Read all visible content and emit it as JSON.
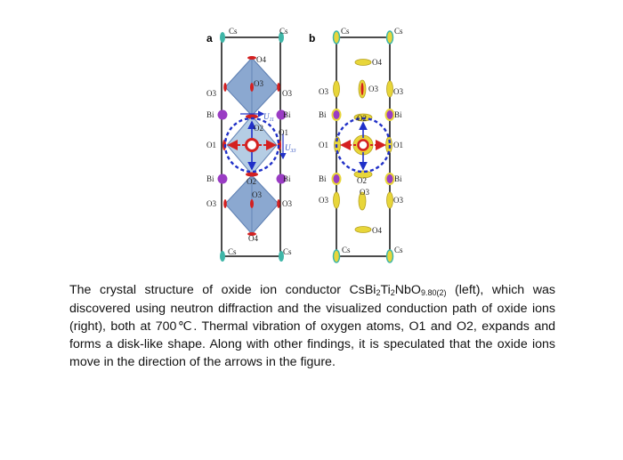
{
  "figure": {
    "panel_a": {
      "label": "a",
      "atoms": {
        "cs_top_left": "Cs",
        "cs_top_right": "Cs",
        "o4_top": "O4",
        "o3_ul": "O3",
        "o3_uc": "O3",
        "o3_ur": "O3",
        "bi_ul": "Bi",
        "bi_ur": "Bi",
        "u11": "U11",
        "o2_top": "O2",
        "o1_r": "O1",
        "o1_left": "O1",
        "u33": "U33",
        "bi_ll": "Bi",
        "o2_bottom": "O2",
        "bi_lr": "Bi",
        "o3_ll": "O3",
        "o3_lc": "O3",
        "o3_lr": "O3",
        "o4_bottom": "O4",
        "cs_bottom_left": "Cs",
        "cs_bottom_right": "Cs"
      }
    },
    "panel_b": {
      "label": "b",
      "atoms": {
        "cs_top_left": "Cs",
        "cs_top_right": "Cs",
        "o4_top": "O4",
        "o3_ul": "O3",
        "o3_uc": "O3",
        "o3_ur": "O3",
        "bi_ul": "Bi",
        "bi_ur": "Bi",
        "o2_top": "O2",
        "o1_left": "O1",
        "o1_right": "O1",
        "bi_ll": "Bi",
        "o2_bottom": "O2",
        "bi_lr": "Bi",
        "o3_ll": "O3",
        "o3_lc": "O3",
        "o3_lr": "O3",
        "o4_bottom": "O4",
        "cs_bottom_left": "Cs",
        "cs_bottom_right": "Cs"
      }
    }
  },
  "caption": {
    "part1": "The crystal structure of oxide ion conductor CsBi",
    "sub1": "2",
    "part2": "Ti",
    "sub2": "2",
    "part3": "NbO",
    "sub3": "9.80(2)",
    "part4": " (left), which was discovered using neutron diffraction and the visualized conduction path of oxide ions (right), both at 700℃. Thermal vibration of oxygen atoms, O1 and O2, expands and forms a disk-like shape. Along with other findings, it is speculated that the oxide ions move in the direction of the arrows in the figure."
  },
  "colors": {
    "octahedron": "#7f9fcc",
    "bismuth": "#9a3cc4",
    "cesium": "#3fb6a8",
    "oxygen": "#d42020",
    "cell_line": "#000000",
    "arrow_blue": "#2030c8",
    "isosurface": "#e8d63a"
  }
}
